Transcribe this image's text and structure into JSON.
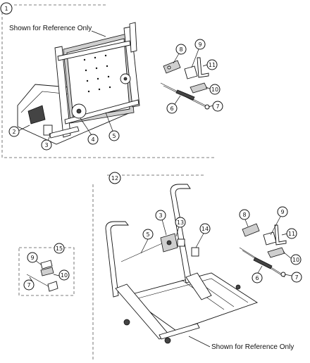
{
  "panels": {
    "top": {
      "callout": "1",
      "note": "Shown for Reference Only"
    },
    "bottom": {
      "callout": "12",
      "note": "Shown for Reference Only"
    },
    "kit": {
      "callout": "15"
    }
  },
  "top_callouts": {
    "c2": "2",
    "c3": "3",
    "c4": "4",
    "c5": "5"
  },
  "top_parts_callouts": {
    "c6": "6",
    "c7": "7",
    "c8": "8",
    "c9": "9",
    "c10": "10",
    "c11": "11"
  },
  "bottom_callouts": {
    "c3": "3",
    "c5": "5",
    "c13": "13",
    "c14": "14"
  },
  "bottom_parts_callouts": {
    "c6": "6",
    "c7": "7",
    "c8": "8",
    "c9": "9",
    "c10": "10",
    "c11": "11"
  },
  "kit_callouts": {
    "c7": "7",
    "c9": "9",
    "c10": "10"
  }
}
